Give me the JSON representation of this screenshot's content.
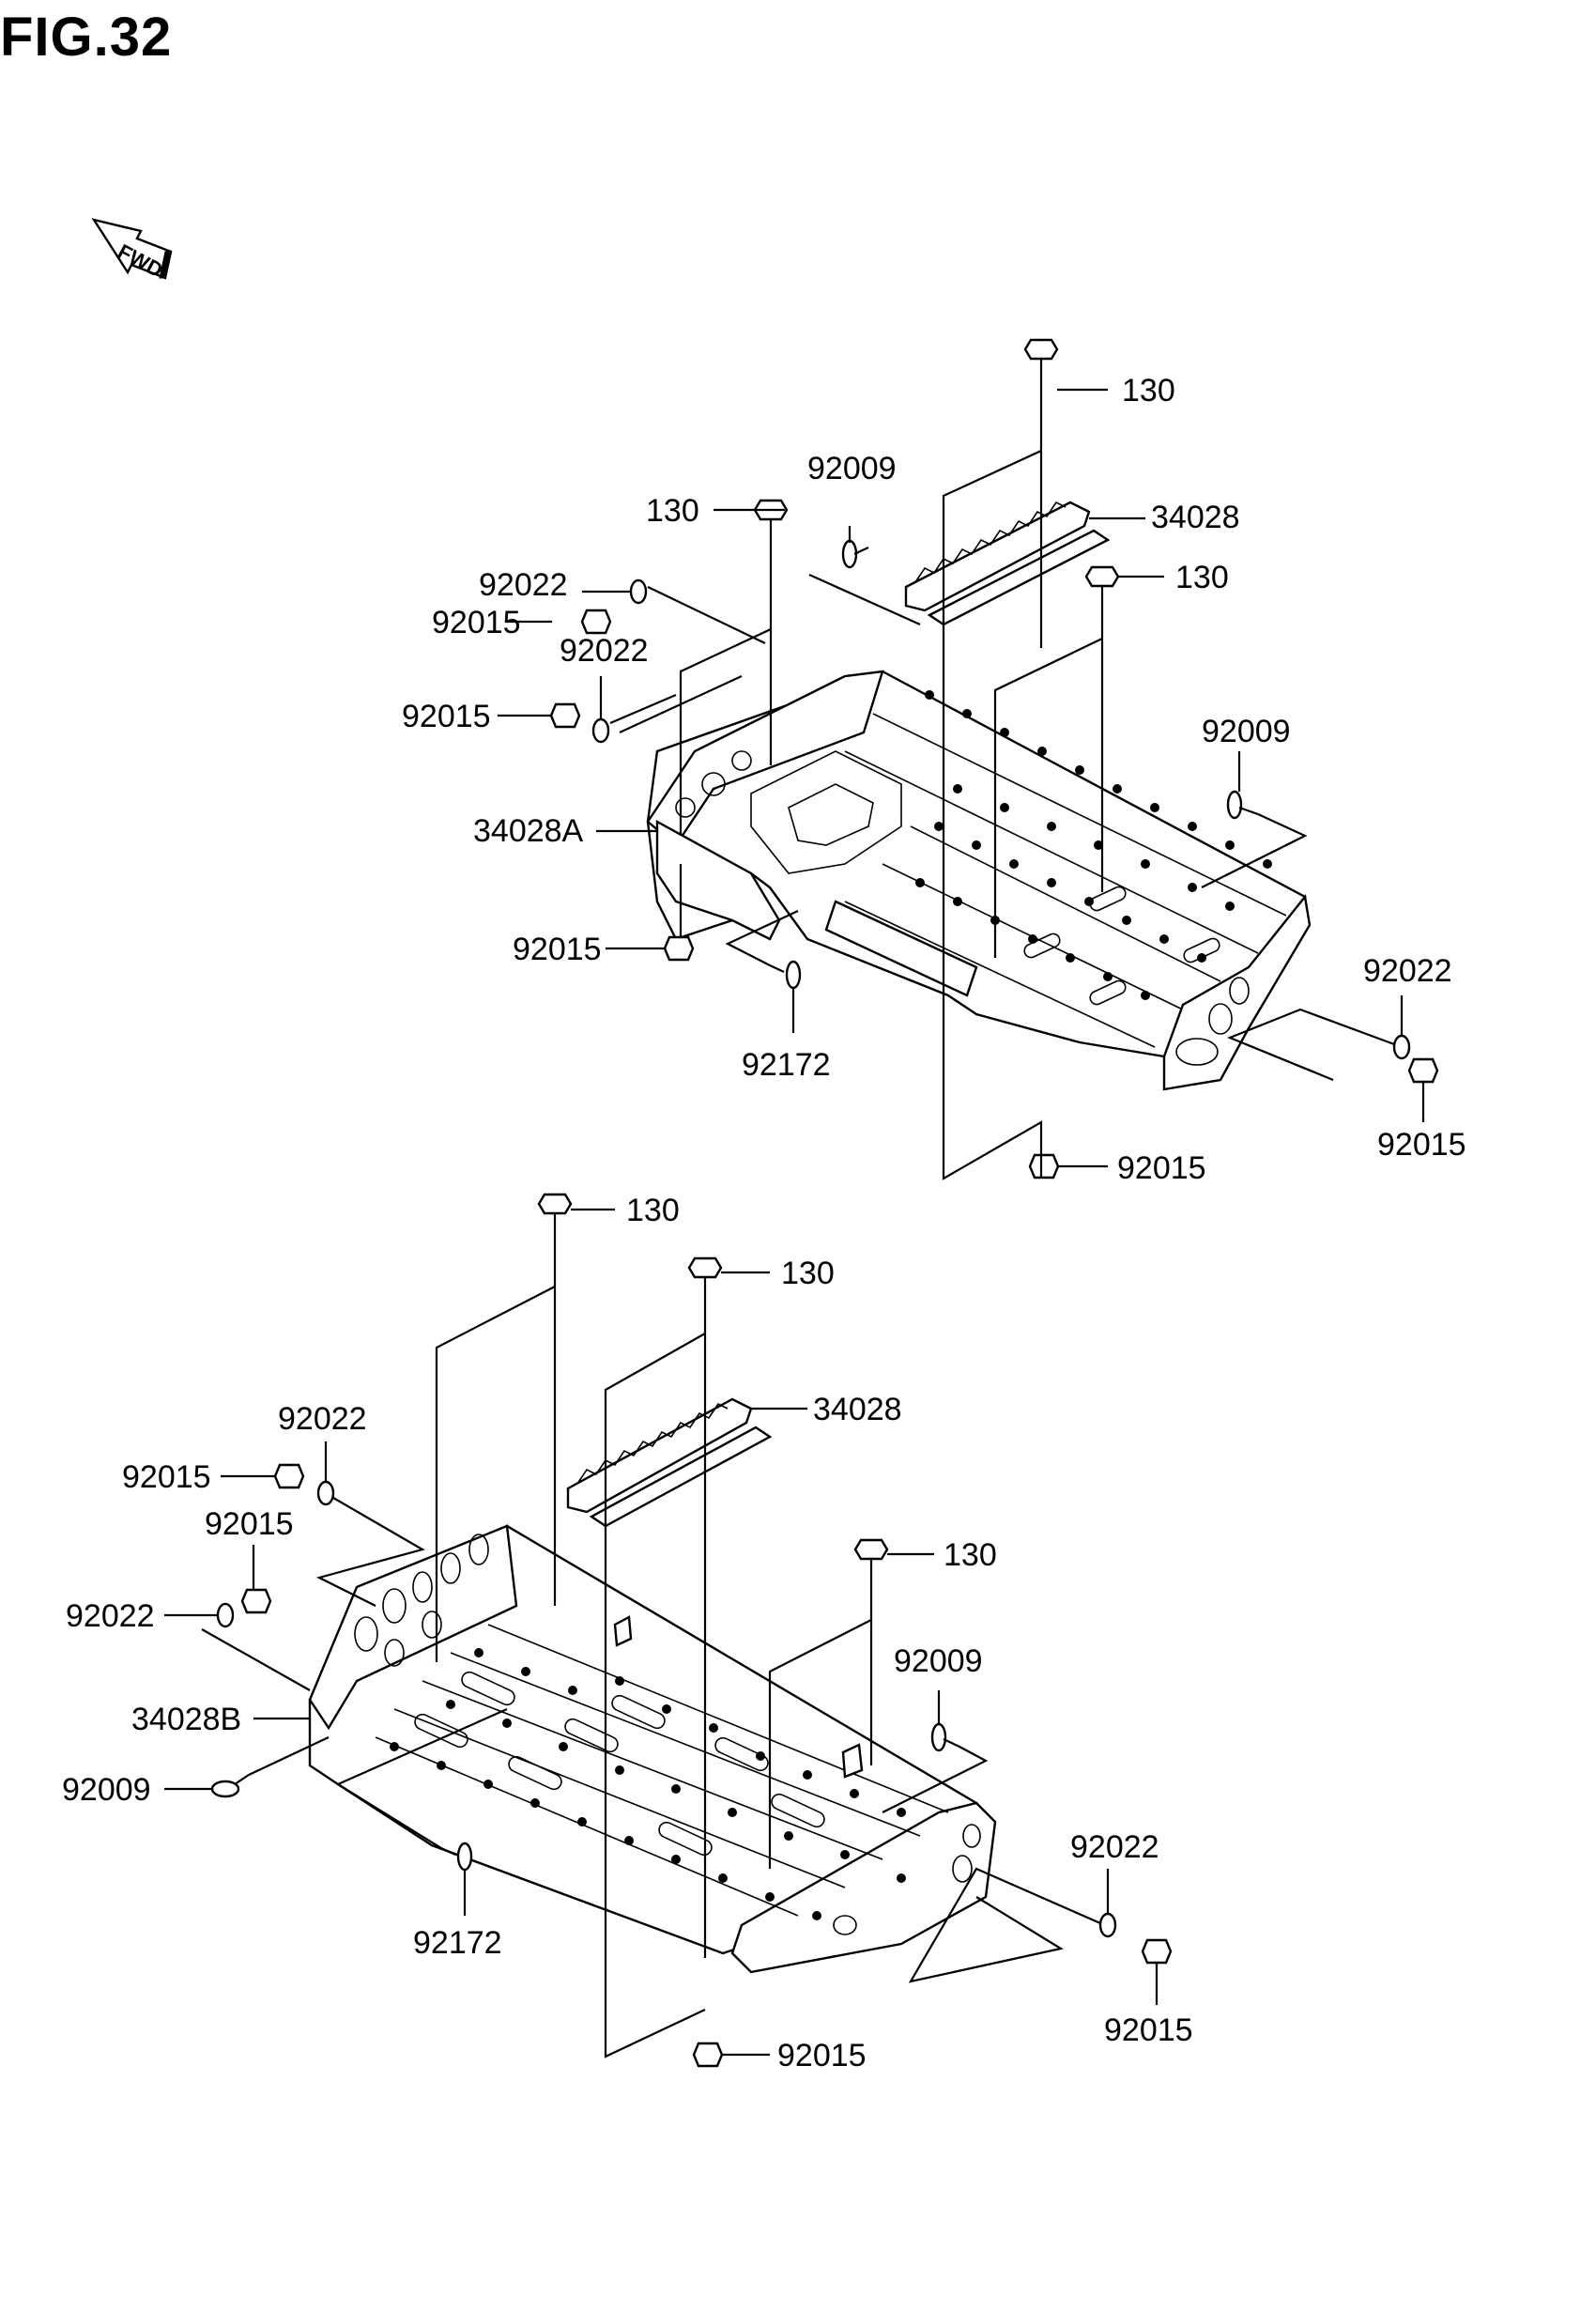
{
  "figure": {
    "title": "FIG.32",
    "fwd_label": "FWD"
  },
  "callouts": [
    {
      "id": "c1",
      "text": "130"
    },
    {
      "id": "c2",
      "text": "92009"
    },
    {
      "id": "c3",
      "text": "130"
    },
    {
      "id": "c4",
      "text": "34028"
    },
    {
      "id": "c5",
      "text": "130"
    },
    {
      "id": "c6",
      "text": "92022"
    },
    {
      "id": "c7",
      "text": "92015"
    },
    {
      "id": "c8",
      "text": "92022"
    },
    {
      "id": "c9",
      "text": "92015"
    },
    {
      "id": "c10",
      "text": "92009"
    },
    {
      "id": "c11",
      "text": "34028A"
    },
    {
      "id": "c12",
      "text": "92015"
    },
    {
      "id": "c13",
      "text": "92172"
    },
    {
      "id": "c14",
      "text": "92022"
    },
    {
      "id": "c15",
      "text": "92015"
    },
    {
      "id": "c16",
      "text": "92015"
    },
    {
      "id": "c17",
      "text": "130"
    },
    {
      "id": "c18",
      "text": "130"
    },
    {
      "id": "c19",
      "text": "34028"
    },
    {
      "id": "c20",
      "text": "92022"
    },
    {
      "id": "c21",
      "text": "92015"
    },
    {
      "id": "c22",
      "text": "92015"
    },
    {
      "id": "c23",
      "text": "130"
    },
    {
      "id": "c24",
      "text": "92022"
    },
    {
      "id": "c25",
      "text": "92009"
    },
    {
      "id": "c26",
      "text": "34028B"
    },
    {
      "id": "c27",
      "text": "92009"
    },
    {
      "id": "c28",
      "text": "92172"
    },
    {
      "id": "c29",
      "text": "92022"
    },
    {
      "id": "c30",
      "text": "92015"
    },
    {
      "id": "c31",
      "text": "92015"
    }
  ]
}
